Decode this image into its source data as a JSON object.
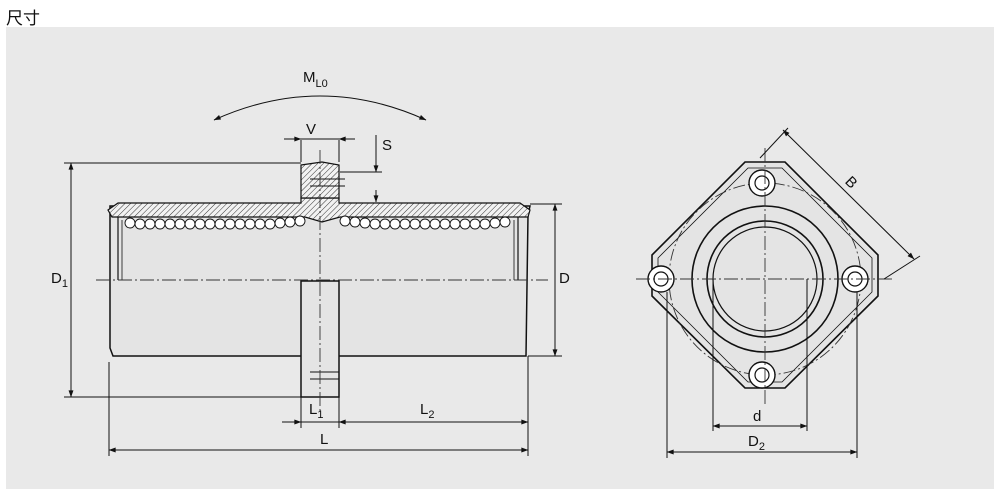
{
  "page": {
    "title": "尺寸"
  },
  "labels": {
    "moment": "M",
    "moment_sub": "L0",
    "v": "V",
    "s": "S",
    "d1": "D",
    "d1_sub": "1",
    "d": "D",
    "l1": "L",
    "l1_sub": "1",
    "l2": "L",
    "l2_sub": "2",
    "l": "L",
    "b": "B",
    "small_d": "d",
    "d2": "D",
    "d2_sub": "2"
  }
}
